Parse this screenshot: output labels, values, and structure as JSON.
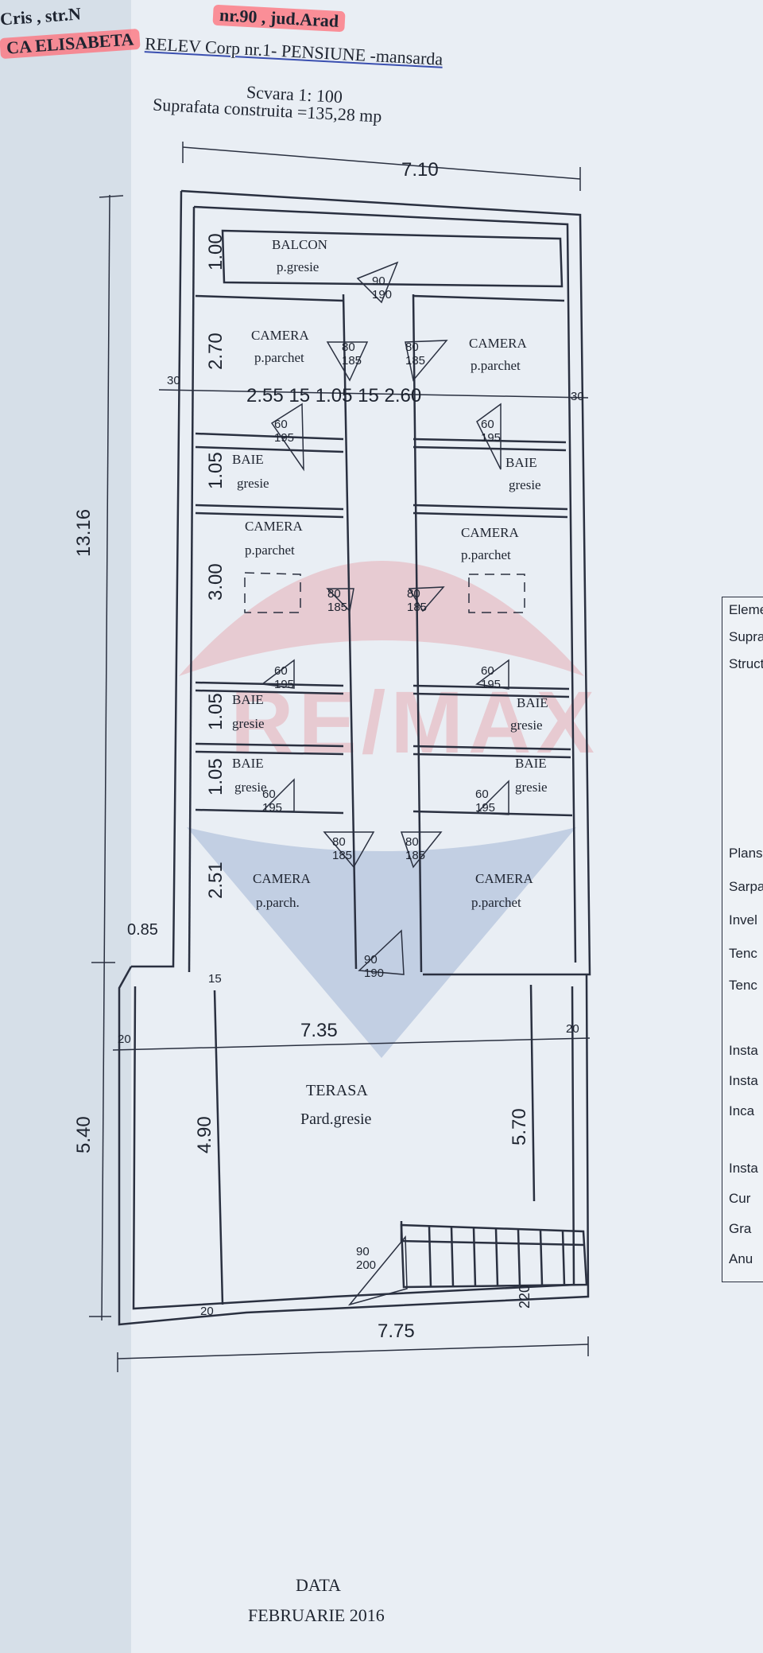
{
  "header": {
    "address_fragment_1": "Cris , str.N",
    "address_fragment_2": "CA ELISABETA",
    "address_fragment_3": "nr.90 , jud.Arad",
    "plan_title": "RELEV   Corp nr.1- PENSIUNE -mansarda",
    "scale": "Scvara 1: 100",
    "built_area": "Suprafata construita =135,28 mp"
  },
  "rooms": {
    "balcon": "BALCON",
    "balcon_floor": "p.gresie",
    "camera": "CAMERA",
    "parchet": "p.parchet",
    "parch_short": "p.parch.",
    "baie": "BAIE",
    "gresie": "gresie",
    "terasa": "TERASA",
    "terasa_floor": "Pard.gresie"
  },
  "dimensions": {
    "top_width": "7.10",
    "total_height": "13.16",
    "lower_height": "5.40",
    "terrace_width": "7.35",
    "bottom_width": "7.75",
    "row_widths": "2.55  15  1.05  15   2.60",
    "thirty": "30",
    "d_100": "1.00",
    "d_270": "2.70",
    "d_105": "1.05",
    "d_300": "3.00",
    "d_251": "2.51",
    "d_085": "0.85",
    "d_15": "15",
    "d_20": "20",
    "d_490": "4.90",
    "d_570": "5.70",
    "d_220": "220",
    "door_80_185": "80\n185",
    "door_90_190": "90\n190",
    "door_60_195": "60\n195",
    "door_90_200": "90\n200"
  },
  "footer": {
    "data_label": "DATA",
    "date": "FEBRUARIE 2016"
  },
  "side_table": {
    "rows": [
      "Eleme",
      "Supra",
      "Struct",
      "Plans",
      "Sarpa",
      "Invel",
      "Tenc",
      "Tenc",
      "Insta",
      "Insta",
      "Inca",
      "Insta",
      "Cur",
      "Gra",
      "Anu"
    ]
  },
  "watermark": {
    "text": "RE/MAX"
  },
  "colors": {
    "ink": "#1e2430",
    "highlight": "#ff6e78",
    "watermark_red": "#e48a92",
    "watermark_blue": "#7b95c4"
  }
}
